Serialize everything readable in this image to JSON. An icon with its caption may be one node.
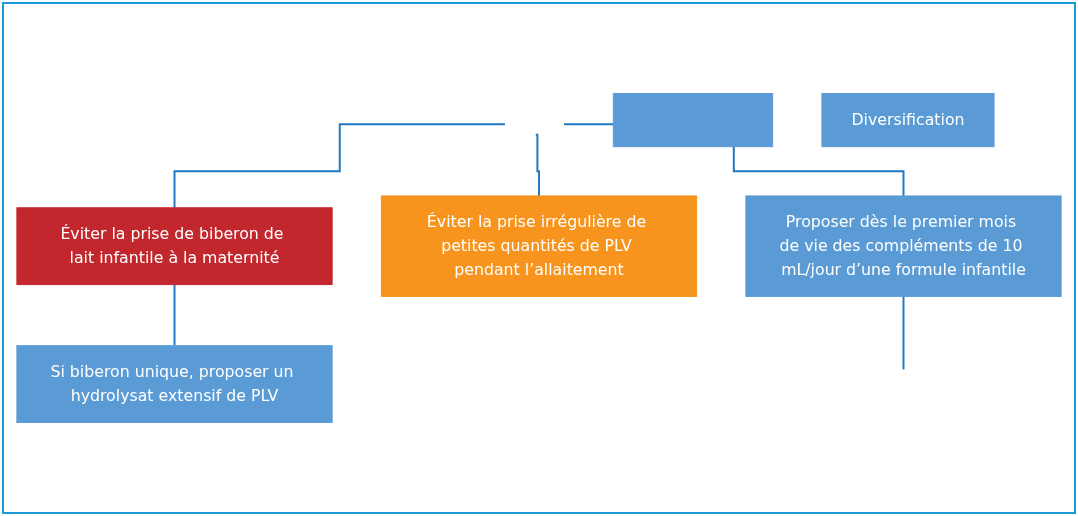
{
  "diagram": {
    "nodes": [
      {
        "text": [],
        "shape": "box"
      },
      {
        "text": [
          "Éviter la prise de biberon de lait infantile à la maternité"
        ]
      },
      {
        "text": [
          "Si biberon unique, proposer un hydrolysat extensif de PLV"
        ]
      },
      {
        "text": [
          "Éviter la prise irrégulière de petites quantités de PLV pendant l’allaitement"
        ]
      },
      {
        "text": [
          "Proposer dès le premier mois de vie des compléments de 10 mL/jour d’une formule infantile"
        ]
      },
      {
        "text": [
          "Diversification"
        ]
      }
    ],
    "edges": [
      {
        "from": null,
        "to": 1,
        "arrow": "none"
      },
      {
        "from": 1,
        "to": 2,
        "arrow": "none"
      },
      {
        "from": null,
        "to": 3,
        "arrow": "none"
      },
      {
        "from": null,
        "to": 4,
        "arrow": "none"
      },
      {
        "from": 4,
        "to": null,
        "arrow": "none"
      }
    ]
  }
}
